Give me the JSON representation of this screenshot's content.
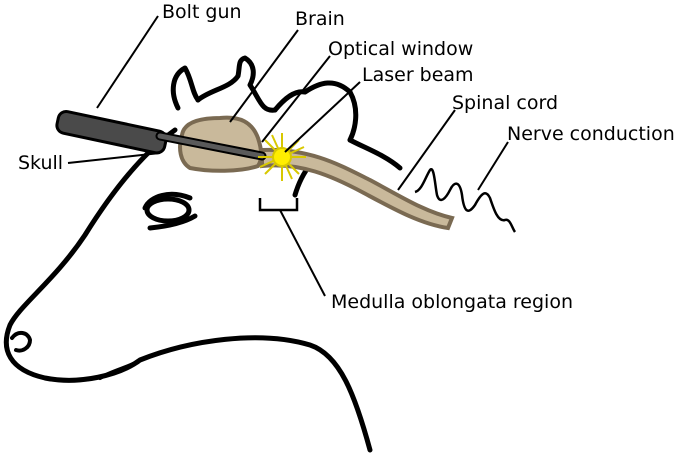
{
  "labels": {
    "bolt_gun": "Bolt gun",
    "brain": "Brain",
    "optical_window": "Optical window",
    "laser_beam": "Laser beam",
    "spinal_cord": "Spinal cord",
    "nerve_conduction": "Nerve conduction",
    "skull": "Skull",
    "medulla": "Medulla oblongata region"
  },
  "colors": {
    "outline": "#000000",
    "brain_fill": "#c9b99b",
    "brain_stroke": "#7a6a52",
    "bolt_gun": "#4a4a4a",
    "laser_flash": "#ffee00",
    "laser_spikes": "#d8c800"
  }
}
